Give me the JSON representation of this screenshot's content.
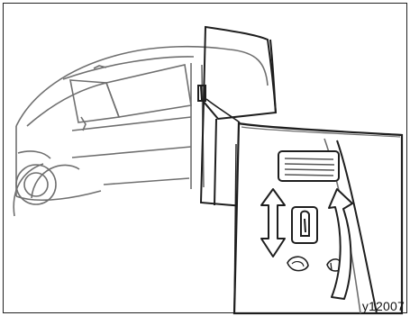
{
  "figure": {
    "code": "y12007",
    "colors": {
      "line_primary": "#1e1e1e",
      "line_secondary": "#6f6f6f",
      "arrow_fill": "#ffffff",
      "panel_fill": "#ffffff",
      "latch_shade": "#555555"
    },
    "icons": [
      "van-illustration",
      "sliding-door",
      "door-latch-closeup",
      "up-down-arrow",
      "curved-arrow"
    ]
  }
}
